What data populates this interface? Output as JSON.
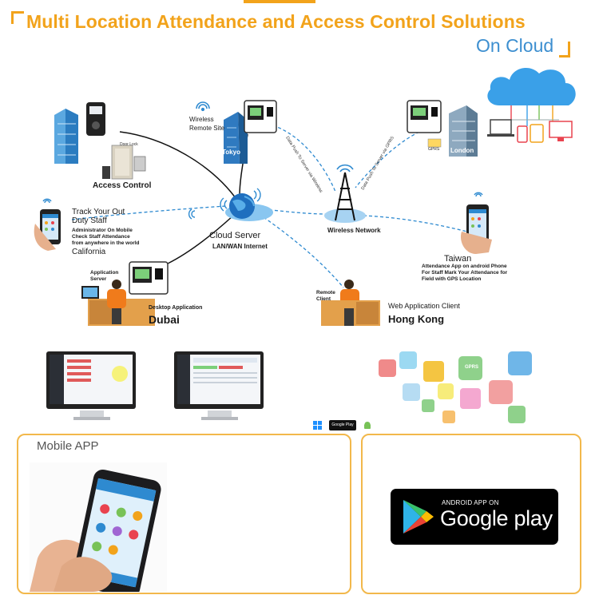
{
  "header": {
    "title": "Multi Location Attendance and Access Control Solutions",
    "subtitle": "On Cloud"
  },
  "diagram": {
    "access_control": {
      "door_lock": "Door Lock",
      "label": "Access Control"
    },
    "tokyo": {
      "wireless_label": "Wireless\nRemote Site",
      "city": "Tokyo"
    },
    "london": {
      "gprs": "GPRS",
      "city": "London"
    },
    "cloud_server": {
      "label": "Cloud Server",
      "sub": "LAN/WAN Internet"
    },
    "wireless_network": "Wireless Network",
    "edge_labels": {
      "tokyo_link": "Data Push To Server via Wireless",
      "london_link": "Data Push To Server via GPRS"
    },
    "california": {
      "heading": "Track Your Out\nDuty Staff",
      "desc": "Administrator On Mobile\nCheck Staff Attendance\nfrom anywhere in the world",
      "city": "California"
    },
    "taiwan": {
      "city": "Taiwan",
      "desc": "Attendance App on android Phone\nFor Staff Mark Your Attendance for\nField with GPS Location"
    },
    "dubai": {
      "server_label": "Application\nServer",
      "app_label": "Desktop Application",
      "city": "Dubai"
    },
    "hong_kong": {
      "remote_label": "Remote\nClient",
      "app_label": "Web Application Client",
      "city": "Hong Kong"
    },
    "app_icons": {
      "gprs": "GPRS"
    }
  },
  "store_badges": {
    "google_play_small": "Google Play"
  },
  "panels": {
    "mobile_app": {
      "title": "Mobile APP"
    },
    "google_play": {
      "small": "ANDROID APP ON",
      "big": "Google play"
    }
  },
  "colors": {
    "accent": "#f2a31b",
    "subtitle_blue": "#3d8fd0",
    "panel_border": "#f2b84b",
    "link_blue": "#5a9fd4"
  }
}
